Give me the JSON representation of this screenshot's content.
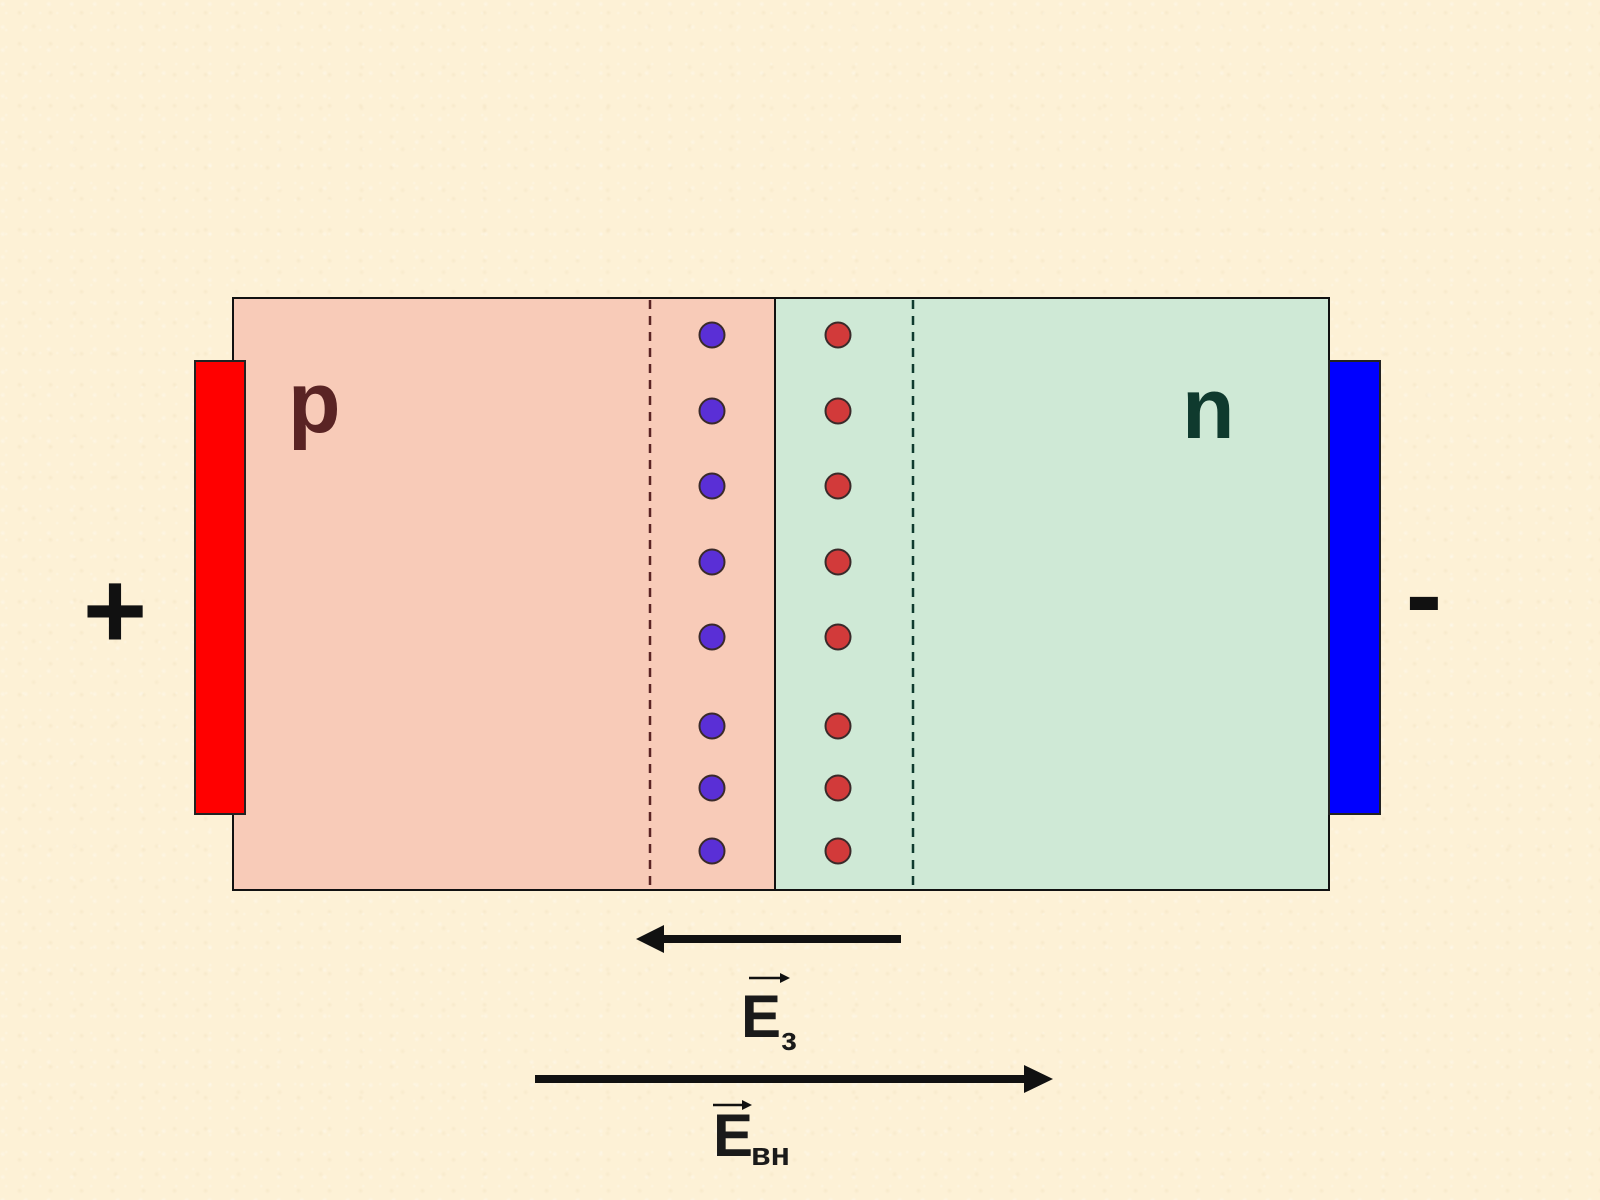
{
  "regions": {
    "p_label": "p",
    "n_label": "n",
    "p_color": "#f8cbb8",
    "n_color": "#cfe9d6",
    "p_label_color": "#5a2424",
    "n_label_color": "#0f3a2e"
  },
  "terminals": {
    "positive_sign": "+",
    "negative_sign": "-",
    "positive_electrode_color": "#ff0000",
    "negative_electrode_color": "#0000ff"
  },
  "charges": {
    "p_side_color": "#5a2fd6",
    "n_side_color": "#d23a3a",
    "count_per_column": 8
  },
  "fields": {
    "barrier": {
      "letter": "E",
      "subscript": "з",
      "direction": "left"
    },
    "external": {
      "letter": "E",
      "subscript": "вн",
      "direction": "right"
    }
  }
}
